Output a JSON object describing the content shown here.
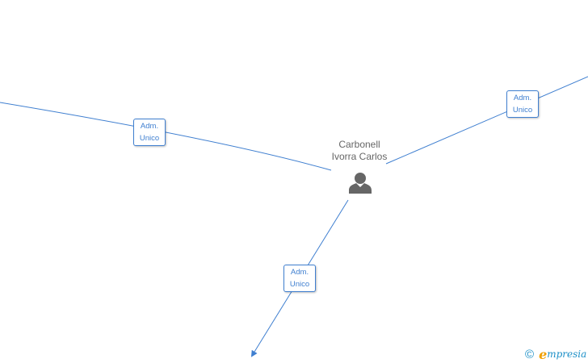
{
  "person": {
    "name_line1": "Carbonell",
    "name_line2": "Ivorra Carlos",
    "icon": "person-icon"
  },
  "edges": [
    {
      "line1": "Adm.",
      "line2": "Unico"
    },
    {
      "line1": "Adm.",
      "line2": "Unico"
    },
    {
      "line1": "Adm.",
      "line2": "Unico"
    }
  ],
  "brand": {
    "copyright": "©",
    "logo_initial": "e",
    "logo_rest": "mpresia"
  },
  "colors": {
    "edge": "#3f7fd0",
    "person_icon": "#666666",
    "brand_blue": "#1b8fc7",
    "brand_orange": "#f0a000"
  }
}
